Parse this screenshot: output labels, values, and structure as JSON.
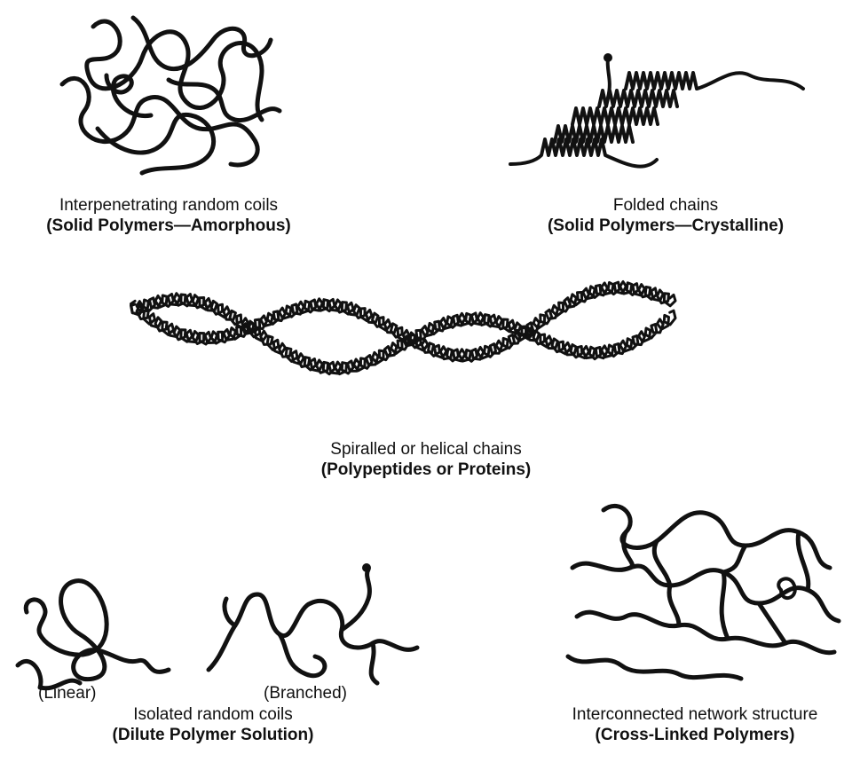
{
  "panels": {
    "amorphous": {
      "caption": "Interpenetrating random coils",
      "subcaption": "(Solid Polymers—Amorphous)"
    },
    "crystalline": {
      "caption": "Folded chains",
      "subcaption": "(Solid Polymers—Crystalline)"
    },
    "helical": {
      "caption": "Spiralled or helical chains",
      "subcaption": "(Polypeptides or Proteins)"
    },
    "isolated": {
      "label_linear": "(Linear)",
      "label_branched": "(Branched)",
      "caption": "Isolated random coils",
      "subcaption": "(Dilute Polymer Solution)"
    },
    "network": {
      "caption": "Interconnected network structure",
      "subcaption": "(Cross-Linked Polymers)"
    }
  }
}
